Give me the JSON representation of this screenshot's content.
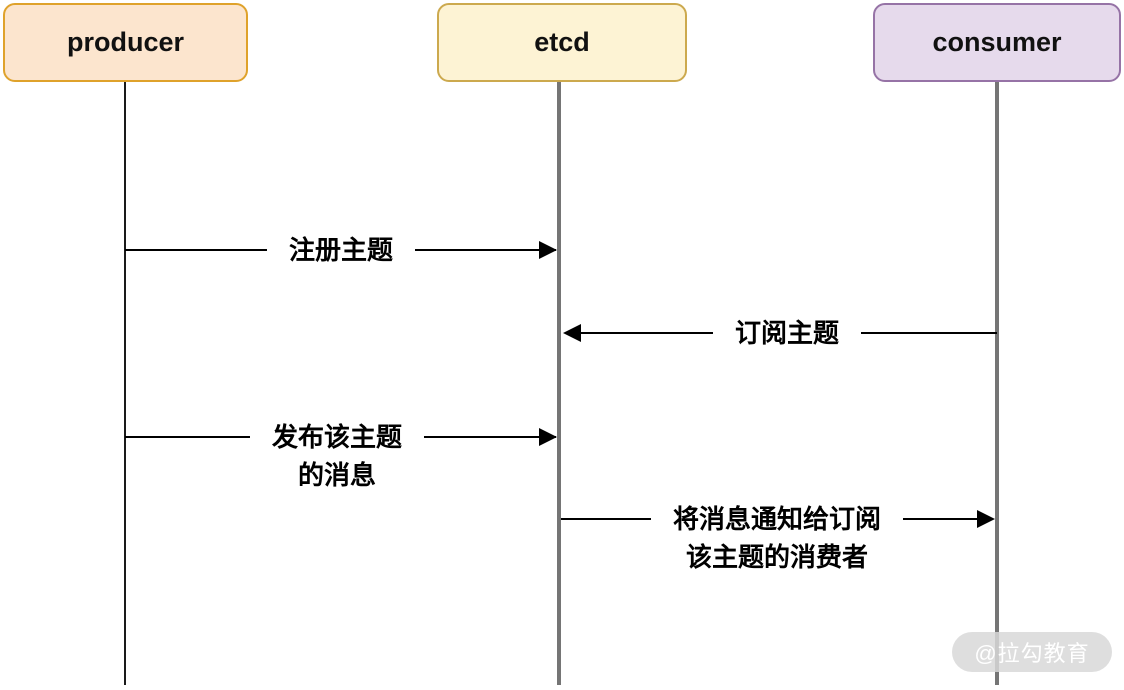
{
  "diagram": {
    "type": "sequence-diagram",
    "actors": [
      {
        "id": "producer",
        "label": "producer",
        "fill": "#FCE5CE",
        "stroke": "#DFA22B"
      },
      {
        "id": "etcd",
        "label": "etcd",
        "fill": "#FDF3D4",
        "stroke": "#CCA94E"
      },
      {
        "id": "consumer",
        "label": "consumer",
        "fill": "#E6DAEC",
        "stroke": "#9673A6"
      }
    ],
    "lifeline_colors": {
      "producer": "#1a1a1a",
      "etcd": "#757575",
      "consumer": "#757575"
    },
    "arrow_color": "#000000",
    "messages": [
      {
        "from": "producer",
        "to": "etcd",
        "direction": "right",
        "lines": [
          "注册主题"
        ]
      },
      {
        "from": "consumer",
        "to": "etcd",
        "direction": "left",
        "lines": [
          "订阅主题"
        ]
      },
      {
        "from": "producer",
        "to": "etcd",
        "direction": "right",
        "lines": [
          "发布该主题",
          "的消息"
        ]
      },
      {
        "from": "etcd",
        "to": "consumer",
        "direction": "right",
        "lines": [
          "将消息通知给订阅",
          "该主题的消费者"
        ]
      }
    ],
    "watermark": {
      "text": "@拉勾教育",
      "pill_color": "#d8d8d8",
      "text_color": "#ffffff"
    }
  }
}
